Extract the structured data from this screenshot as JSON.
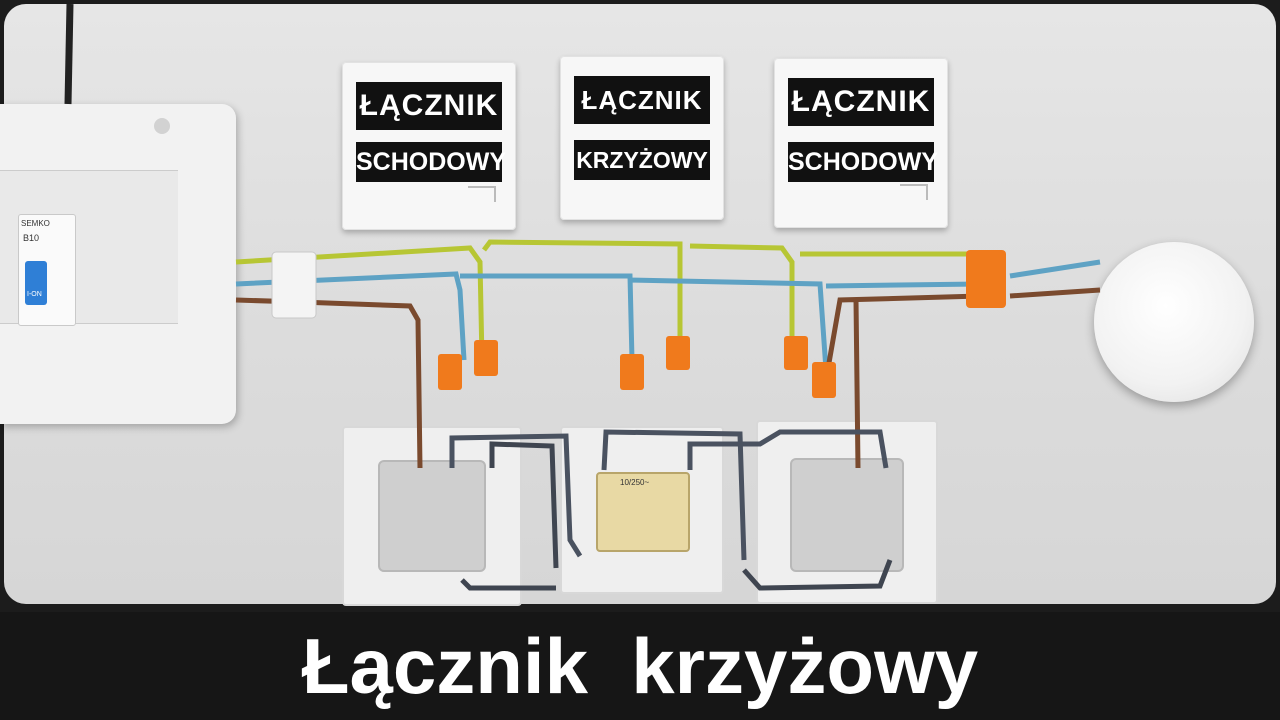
{
  "labels": [
    {
      "line1": "ŁĄCZNIK",
      "line2": "SCHODOWY"
    },
    {
      "line1": "ŁĄCZNIK",
      "line2": "KRZYŻOWY"
    },
    {
      "line1": "ŁĄCZNIK",
      "line2": "SCHODOWY"
    }
  ],
  "breaker": {
    "brand": "SEMKO",
    "rating": "B10",
    "state": "I-ON"
  },
  "cross_switch_marking": "10/250~",
  "caption": "Łącznik  krzyżowy",
  "colors": {
    "wire_ground": "#b7c634",
    "wire_neutral": "#5ea2c4",
    "wire_phase": "#7a4a2e",
    "wire_traveler": "#4a5260",
    "connector_orange": "#f07a1c",
    "caption_bg": "#161616"
  }
}
